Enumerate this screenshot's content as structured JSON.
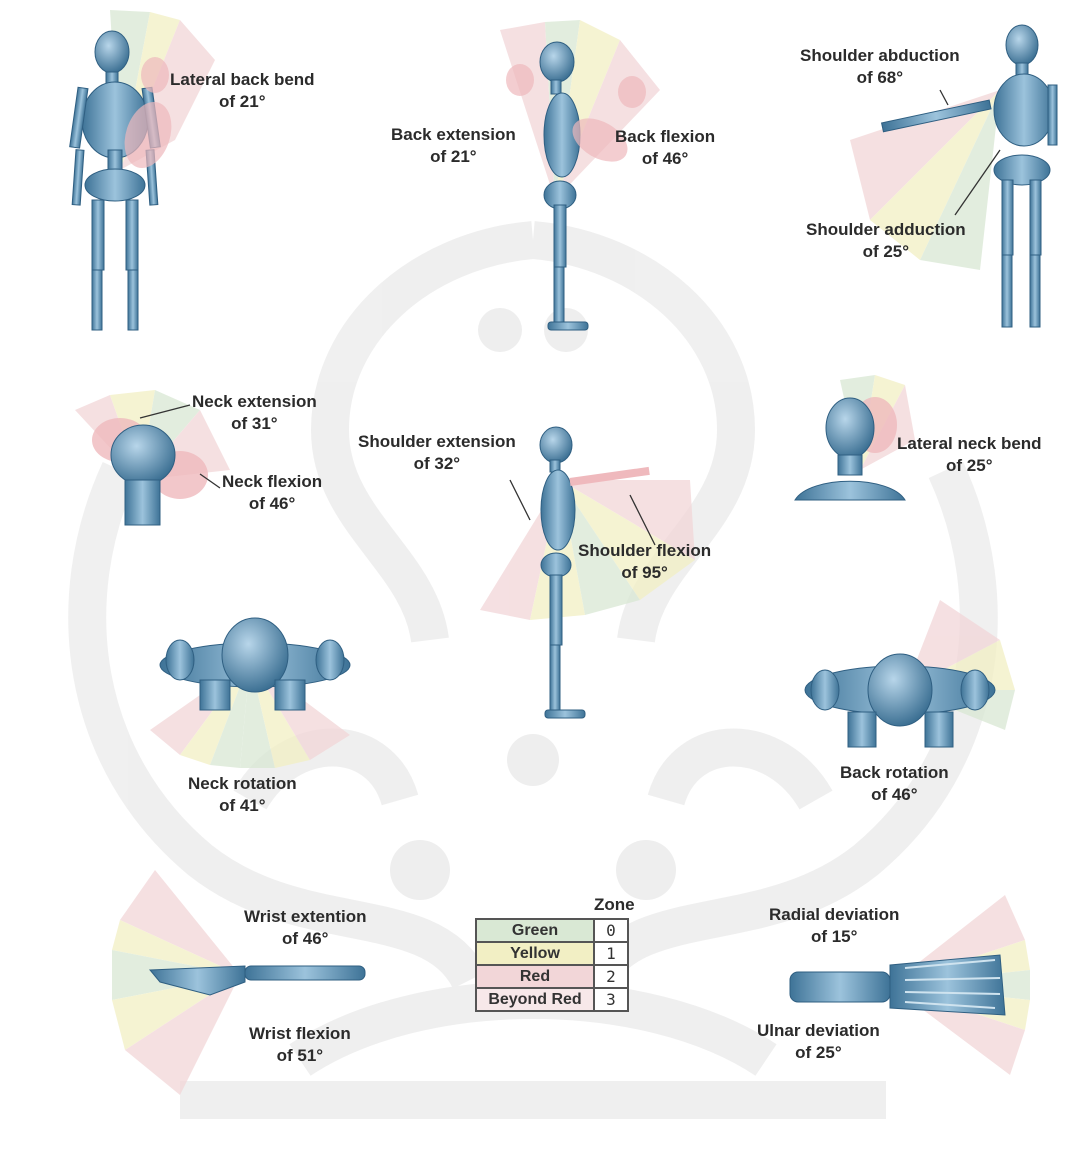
{
  "labels": {
    "lateral_back_bend": [
      "Lateral back bend",
      "of 21°"
    ],
    "back_extension": [
      "Back extension",
      "of 21°"
    ],
    "back_flexion": [
      "Back flexion",
      "of 46°"
    ],
    "shoulder_abduction": [
      "Shoulder abduction",
      "of 68°"
    ],
    "shoulder_adduction": [
      "Shoulder adduction",
      "of 25°"
    ],
    "neck_extension": [
      "Neck extension",
      "of 31°"
    ],
    "neck_flexion": [
      "Neck flexion",
      "of 46°"
    ],
    "shoulder_extension": [
      "Shoulder extension",
      "of 32°"
    ],
    "shoulder_flexion": [
      "Shoulder flexion",
      "of 95°"
    ],
    "lateral_neck_bend": [
      "Lateral neck bend",
      "of 25°"
    ],
    "neck_rotation": [
      "Neck rotation",
      "of 41°"
    ],
    "back_rotation": [
      "Back rotation",
      "of 46°"
    ],
    "wrist_extension": [
      "Wrist extention",
      "of 46°"
    ],
    "wrist_flexion": [
      "Wrist flexion",
      "of 51°"
    ],
    "radial_deviation": [
      "Radial deviation",
      "of 15°"
    ],
    "ulnar_deviation": [
      "Ulnar deviation",
      "of 25°"
    ]
  },
  "zone_table": {
    "title": "Zone",
    "rows": [
      {
        "name": "Green",
        "value": "0",
        "color": "#d9e8d4"
      },
      {
        "name": "Yellow",
        "value": "1",
        "color": "#f2efc4"
      },
      {
        "name": "Red",
        "value": "2",
        "color": "#f2d6d8"
      },
      {
        "name": "Beyond Red",
        "value": "3",
        "color": "#f7e8e9"
      }
    ]
  },
  "colors": {
    "bone": "#5a8fb3",
    "bone_dark": "#2f5f82",
    "green_zone": "#d9e8d4",
    "yellow_zone": "#f2efc4",
    "red_zone": "#f2d6d8",
    "watermark": "#eeeeee"
  }
}
